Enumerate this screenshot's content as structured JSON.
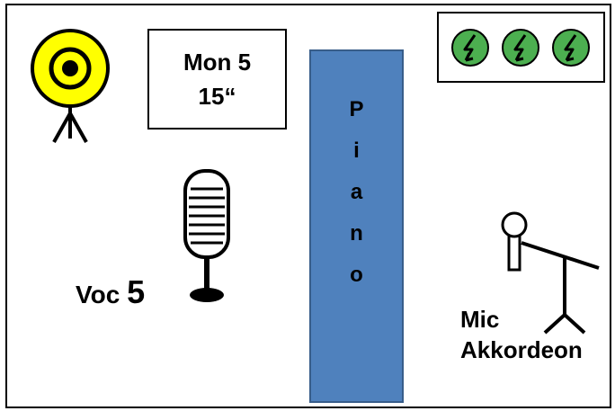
{
  "monitor": {
    "line1": "Mon 5",
    "line2": "15“"
  },
  "piano": {
    "letters": [
      "P",
      "i",
      "a",
      "n",
      "o"
    ]
  },
  "vocal": {
    "label": "Voc",
    "number": "5"
  },
  "instrument_mic": {
    "line1": "Mic",
    "line2": "Akkordeon"
  },
  "power_outlets": {
    "count": 3,
    "color": "#4caf50"
  },
  "colors": {
    "piano_fill": "#4f81bd",
    "speaker_fill": "#ffff00",
    "outlet_fill": "#4caf50"
  }
}
